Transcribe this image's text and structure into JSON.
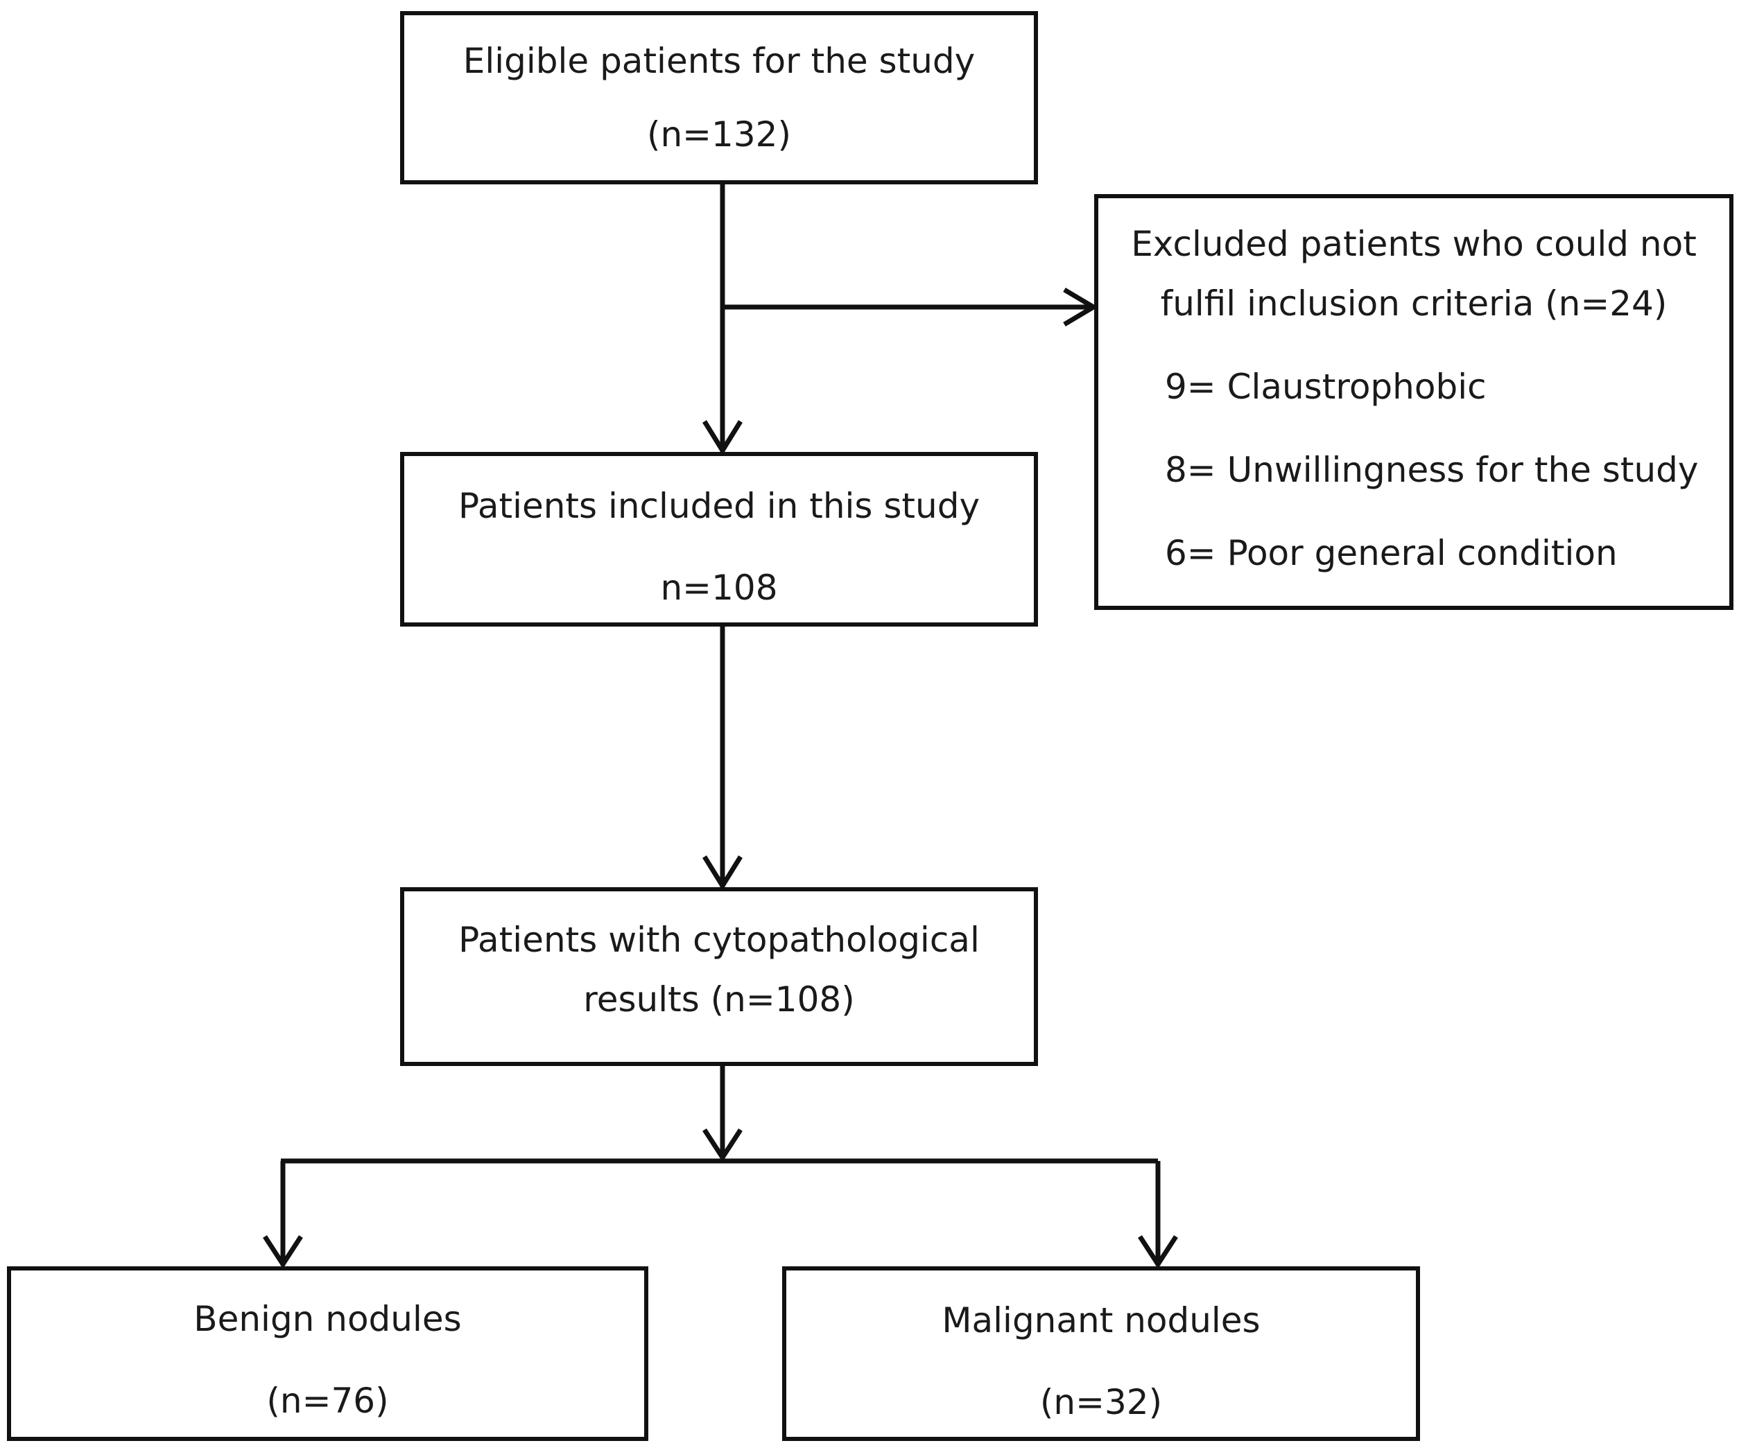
{
  "eligible": {
    "title": "Eligible patients for the study",
    "count": "(n=132)"
  },
  "excluded": {
    "title_line1": "Excluded patients who could not",
    "title_line2": "fulfil inclusion criteria (n=24)",
    "reasons": [
      "9= Claustrophobic",
      "8= Unwillingness for the study",
      "6= Poor general condition"
    ]
  },
  "included": {
    "title": "Patients included in this study",
    "count": "n=108"
  },
  "cytopathology": {
    "title_line1": "Patients with cytopathological",
    "title_line2": "results (n=108)"
  },
  "benign": {
    "title": "Benign nodules",
    "count": "(n=76)"
  },
  "malignant": {
    "title": "Malignant nodules",
    "count": "(n=32)"
  },
  "colors": {
    "stroke": "#111111",
    "text": "#1a1a1a",
    "background": "#ffffff"
  }
}
